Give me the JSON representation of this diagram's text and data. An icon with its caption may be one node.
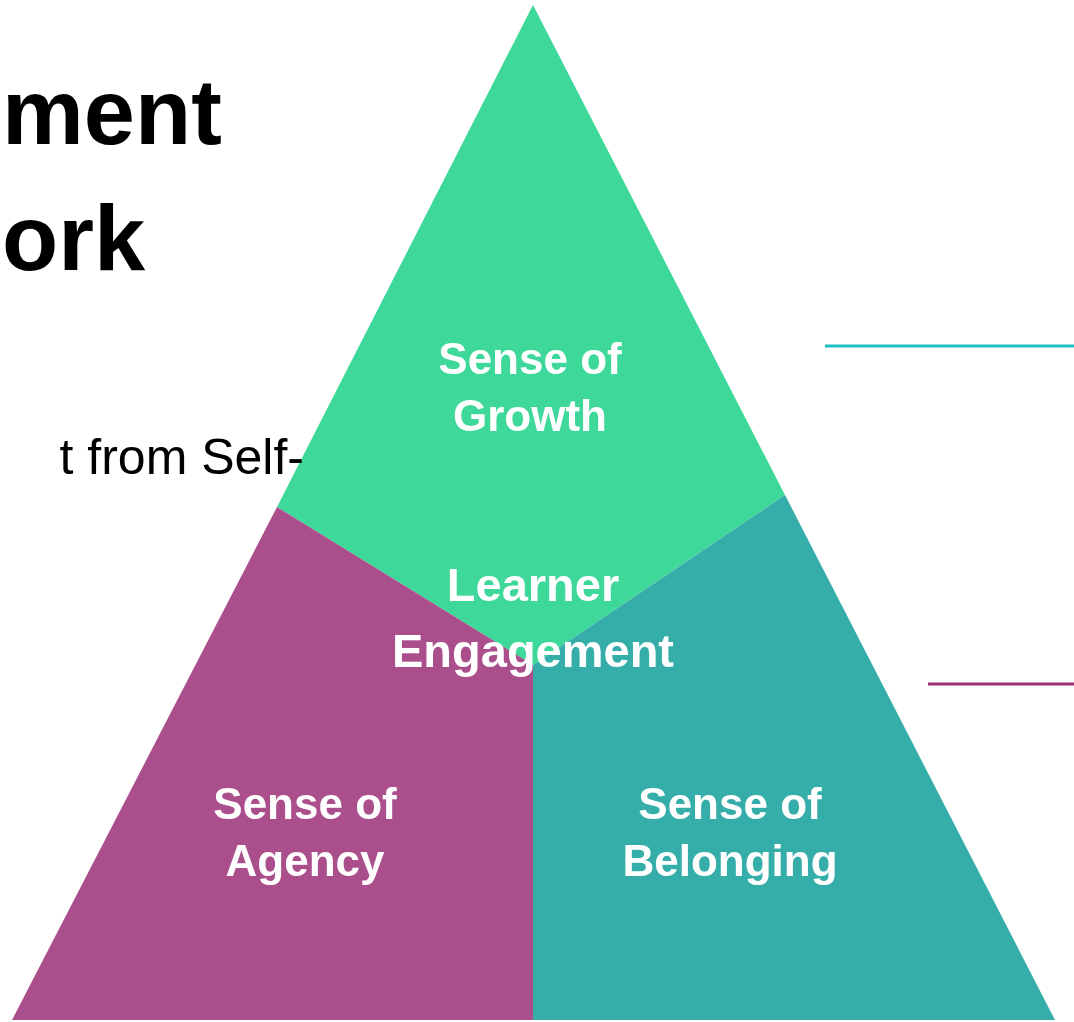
{
  "diagram": {
    "nodes": [
      {
        "text": [
          "Sense of Growth"
        ]
      },
      {
        "text": [
          "Sense of Agency"
        ]
      },
      {
        "text": [
          "Sense of Belonging"
        ]
      }
    ],
    "labels": [
      "ment",
      "ork",
      "t from Self-",
      "Learner Engagement"
    ]
  }
}
